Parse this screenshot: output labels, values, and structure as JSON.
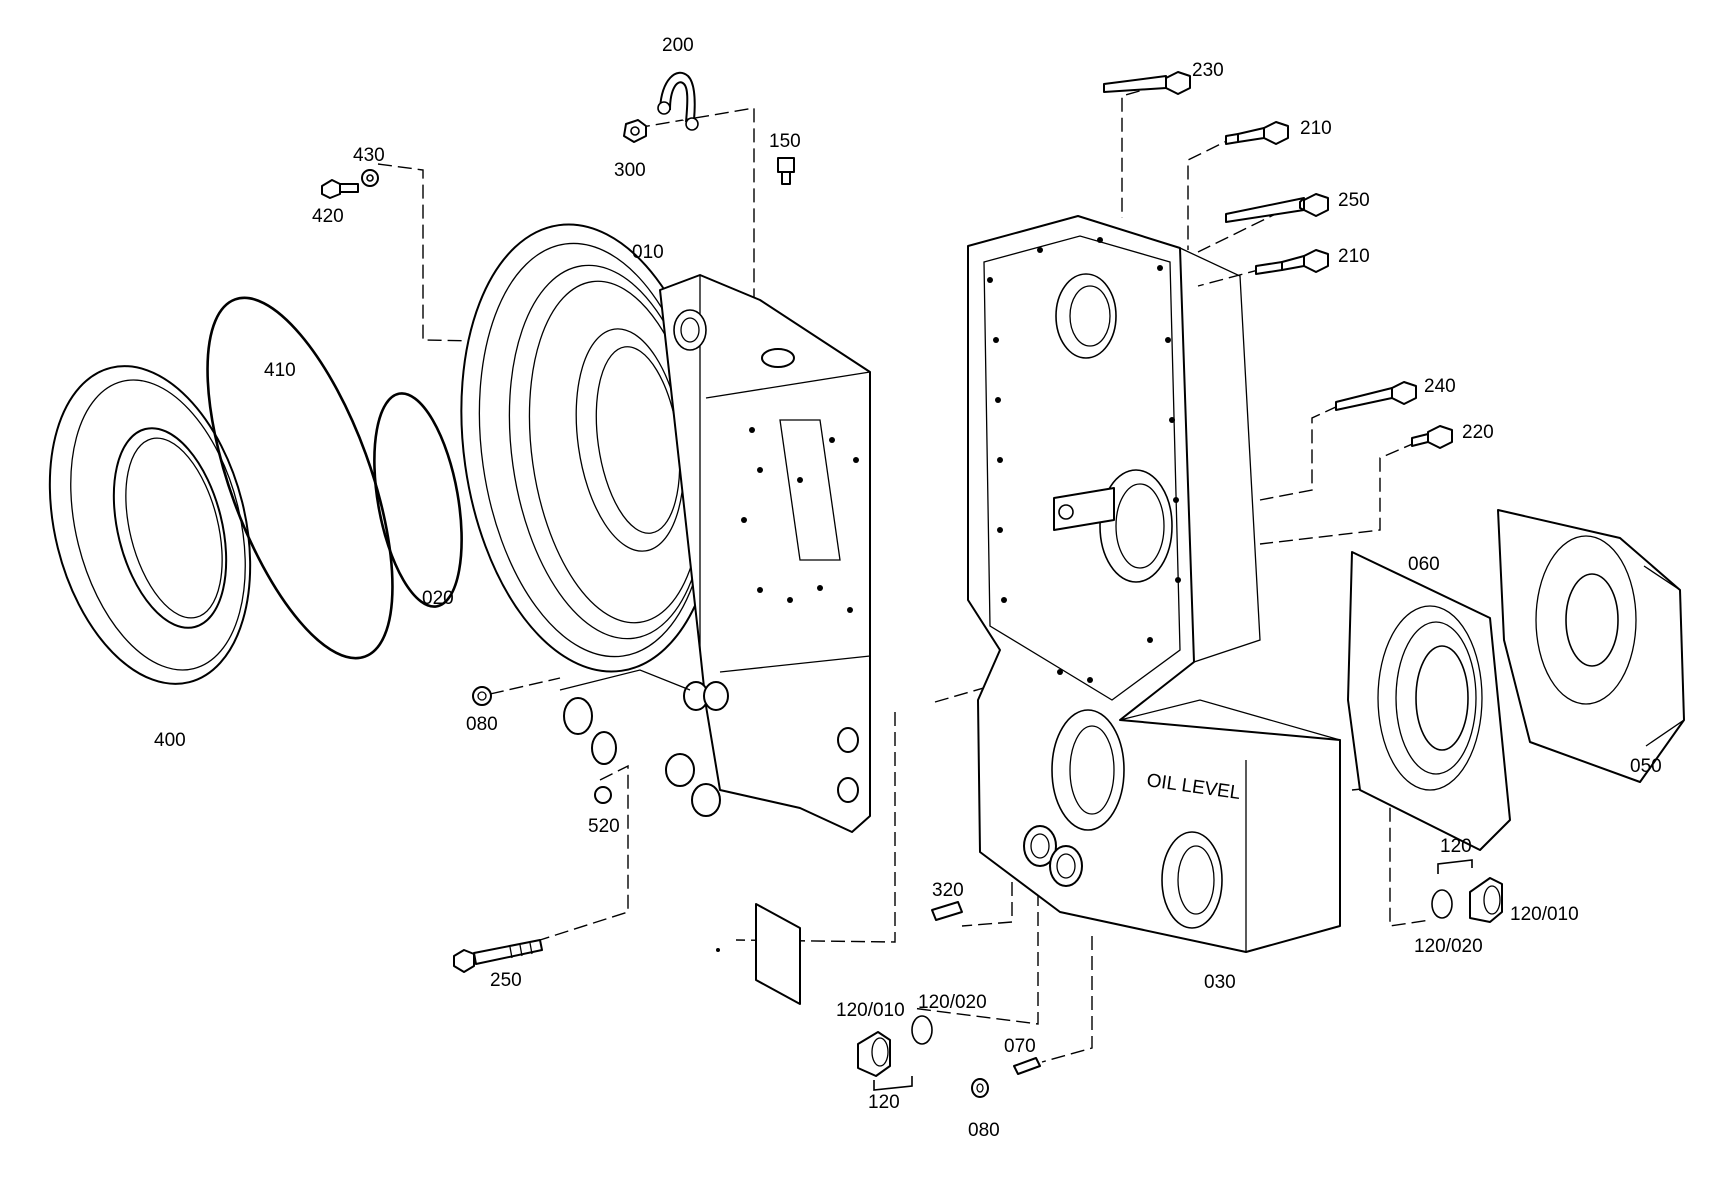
{
  "labels": {
    "p200": "200",
    "p300": "300",
    "p150": "150",
    "p430": "430",
    "p420": "420",
    "p010": "010",
    "p410": "410",
    "p020": "020",
    "p400": "400",
    "p080a": "080",
    "p520": "520",
    "p250a": "250",
    "p230": "230",
    "p210a": "210",
    "p250b": "250",
    "p210b": "210",
    "p240": "240",
    "p220": "220",
    "p060": "060",
    "p050": "050",
    "p120a": "120",
    "p120_010a": "120/010",
    "p120_020a": "120/020",
    "p320": "320",
    "p030": "030",
    "p120_010b": "120/010",
    "p120_020b": "120/020",
    "p120b": "120",
    "p070": "070",
    "p080b": "080"
  },
  "housing_text": "OIL LEVEL"
}
